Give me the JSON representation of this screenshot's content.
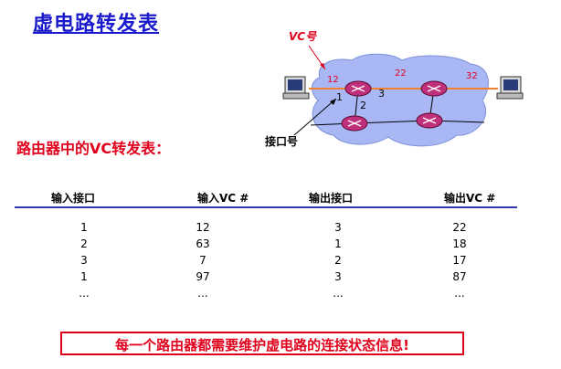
{
  "title": "虚电路转发表",
  "subtitle": "路由器中的VC转发表：",
  "diagram": {
    "vc_label": "VC号",
    "port_label": "接口号",
    "vc_numbers": [
      "12",
      "22",
      "32"
    ],
    "ports": [
      "1",
      "2",
      "3"
    ]
  },
  "table": {
    "headers": [
      "输入接口",
      "输入VC #",
      "输出接口",
      "输出VC #"
    ],
    "rows": [
      [
        "1",
        "12",
        "3",
        "22"
      ],
      [
        "2",
        "63",
        "1",
        "18"
      ],
      [
        "3",
        "7",
        "2",
        "17"
      ],
      [
        "1",
        "97",
        "3",
        "87"
      ],
      [
        "...",
        "...",
        "...",
        "..."
      ]
    ]
  },
  "notice": "每一个路由器都需要维护虚电路的连接状态信息!",
  "colors": {
    "title": "#1a1acc",
    "accent_red": "#e0001b",
    "cloud": "#a9b8f5",
    "router": "#c0307a",
    "vc_link": "#f08030"
  }
}
